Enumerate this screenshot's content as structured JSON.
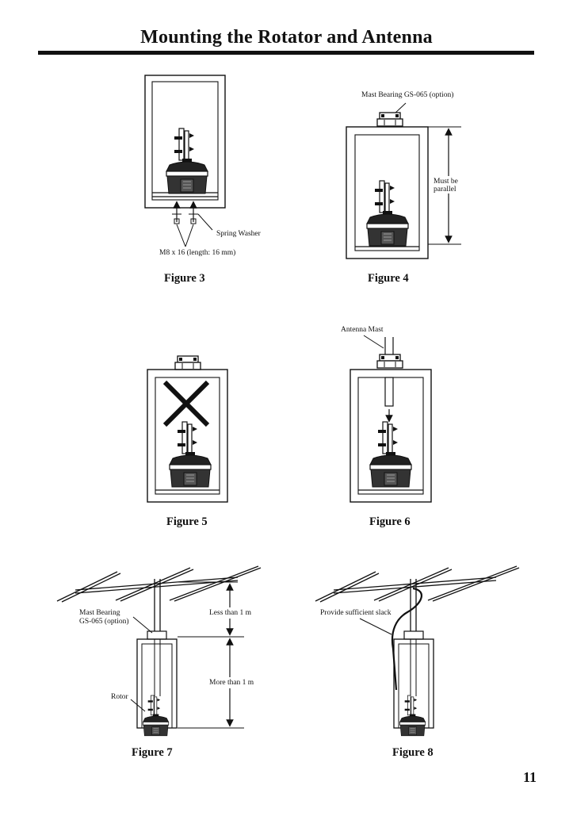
{
  "page": {
    "title": "Mounting the Rotator and Antenna",
    "page_number": "11"
  },
  "figures": {
    "fig3": {
      "caption": "Figure 3",
      "label_washer": "Spring Washer",
      "label_bolt": "M8 x 16 (length: 16 mm)"
    },
    "fig4": {
      "caption": "Figure 4",
      "label_bearing": "Mast Bearing GS-065 (option)",
      "label_parallel_1": "Must be",
      "label_parallel_2": "parallel"
    },
    "fig5": {
      "caption": "Figure 5"
    },
    "fig6": {
      "caption": "Figure 6",
      "label_mast": "Antenna Mast"
    },
    "fig7": {
      "caption": "Figure 7",
      "label_bearing_1": "Mast Bearing",
      "label_bearing_2": "GS-065 (option)",
      "label_less": "Less than 1 m",
      "label_more": "More than 1 m",
      "label_rotor": "Rotor"
    },
    "fig8": {
      "caption": "Figure 8",
      "label_slack": "Provide sufficient slack"
    }
  }
}
